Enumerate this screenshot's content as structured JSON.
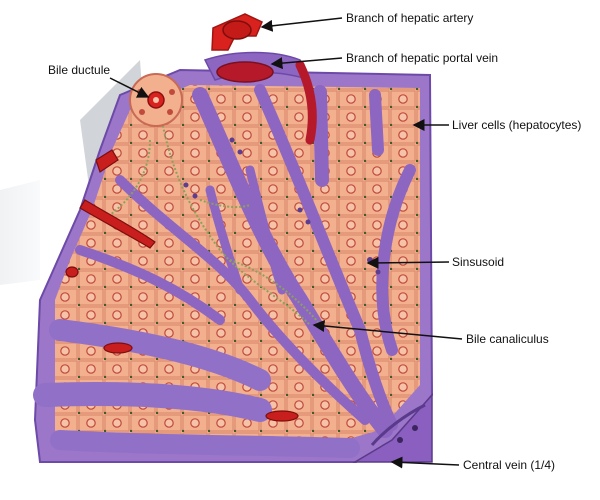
{
  "labels": {
    "hepatic_artery": "Branch of hepatic artery",
    "portal_vein": "Branch of hepatic portal vein",
    "bile_ductule": "Bile ductule",
    "hepatocytes": "Liver cells (hepatocytes)",
    "sinusoid": "Sinsusoid",
    "bile_canaliculus": "Bile canaliculus",
    "central_vein": "Central vein (1/4)"
  },
  "colors": {
    "hepatocyte": "#f2b08f",
    "hepatocyte_outline": "#c96a55",
    "sinusoid": "#9b76c9",
    "sinusoid_dark": "#6d4aa8",
    "artery": "#d9211e",
    "portal_vein": "#b61a2a",
    "bile_duct": "#8aa35a",
    "background": "#ffffff"
  }
}
